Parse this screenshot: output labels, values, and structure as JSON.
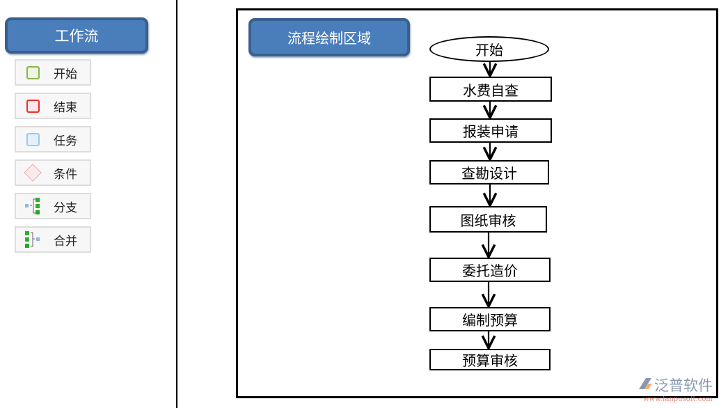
{
  "sidebar": {
    "title": "工作流",
    "items": [
      {
        "label": "开始",
        "icon": "start-square-icon"
      },
      {
        "label": "结束",
        "icon": "end-square-icon"
      },
      {
        "label": "任务",
        "icon": "task-square-icon"
      },
      {
        "label": "条件",
        "icon": "condition-diamond-icon"
      },
      {
        "label": "分支",
        "icon": "branch-icon"
      },
      {
        "label": "合并",
        "icon": "merge-icon"
      }
    ]
  },
  "canvas": {
    "title": "流程绘制区域",
    "nodes": [
      "开始",
      "水费自查",
      "报装申请",
      "查勘设计",
      "图纸审核",
      "委托造价",
      "编制预算",
      "预算审核"
    ]
  },
  "watermark": {
    "brand": "泛普软件",
    "url": "www.fanpusoft.com"
  },
  "colors": {
    "header": "#4a7ebb",
    "start": "#8db255",
    "end": "#e83030",
    "task": "#9cc8ee"
  }
}
